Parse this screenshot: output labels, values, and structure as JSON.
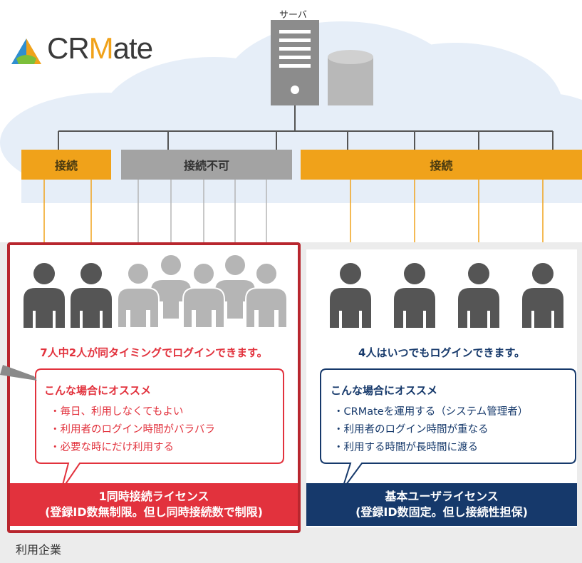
{
  "brand": {
    "logo_text_a": "CR",
    "logo_text_m": "M",
    "logo_text_b": "ate"
  },
  "server": {
    "label": "サーバ"
  },
  "connections": {
    "left_label": "接続",
    "blocked_label": "接続不可",
    "right_label": "接続"
  },
  "concurrent": {
    "caption": "7人中2人が同タイミングでログインできます。",
    "rec_title": "こんな場合にオススメ",
    "rec_items": [
      "・毎日、利用しなくてもよい",
      "・利用者のログイン時間がバラバラ",
      "・必要な時にだけ利用する"
    ],
    "license_line1": "1同時接続ライセンス",
    "license_line2": "(登録ID数無制限。但し同時接続数で制限)"
  },
  "named": {
    "caption": "4人はいつでもログインできます。",
    "rec_title": "こんな場合にオススメ",
    "rec_items": [
      "・CRMateを運用する（システム管理者）",
      "・利用者のログイン時間が重なる",
      "・利用する時間が長時間に渡る"
    ],
    "license_line1": "基本ユーザライセンス",
    "license_line2": "(登録ID数固定。但し接続性担保)"
  },
  "footer": {
    "label": "利用企業"
  },
  "colors": {
    "orange": "#f0a21a",
    "gray_bar": "#a3a3a3",
    "red": "#e2323d",
    "navy": "#16396b",
    "cloud": "#e6eef8"
  }
}
